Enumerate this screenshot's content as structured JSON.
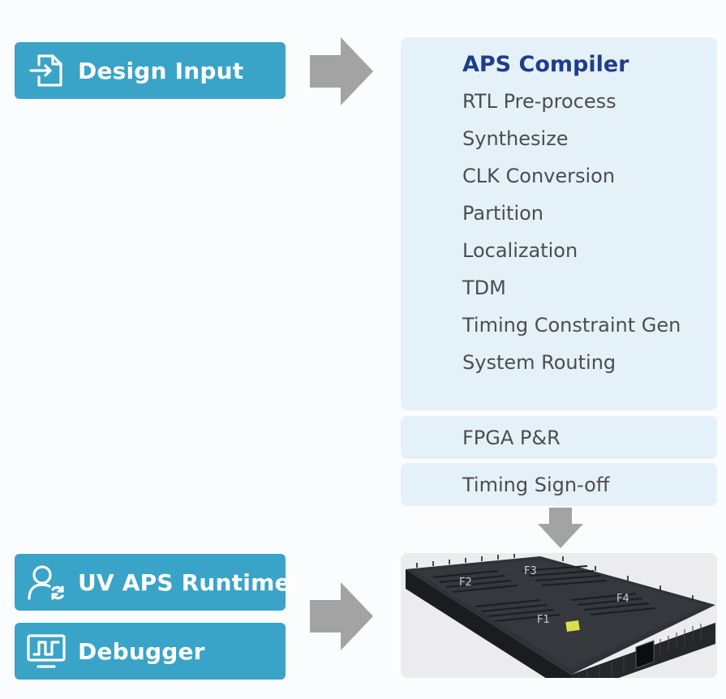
{
  "left_boxes": {
    "design_input": "Design Input",
    "runtime": "UV APS Runtime",
    "debugger": "Debugger"
  },
  "compiler": {
    "title": "APS Compiler",
    "steps": [
      "RTL Pre-process",
      "Synthesize",
      "CLK Conversion",
      "Partition",
      "Localization",
      "TDM",
      "Timing Constraint Gen",
      "System Routing"
    ]
  },
  "fpga_pr": "FPGA P&R",
  "timing_signoff": "Timing Sign-off",
  "hardware": {
    "chip_labels": [
      "F2",
      "F3",
      "F4",
      "F1"
    ]
  },
  "colors": {
    "pill": "#3aa3c8",
    "panel": "#e5f1f8",
    "title": "#1f3d8e",
    "arrow": "#a3a3a3"
  },
  "icons": {
    "design_input": "file-import-icon",
    "runtime": "user-sync-icon",
    "debugger": "waveform-monitor-icon"
  }
}
